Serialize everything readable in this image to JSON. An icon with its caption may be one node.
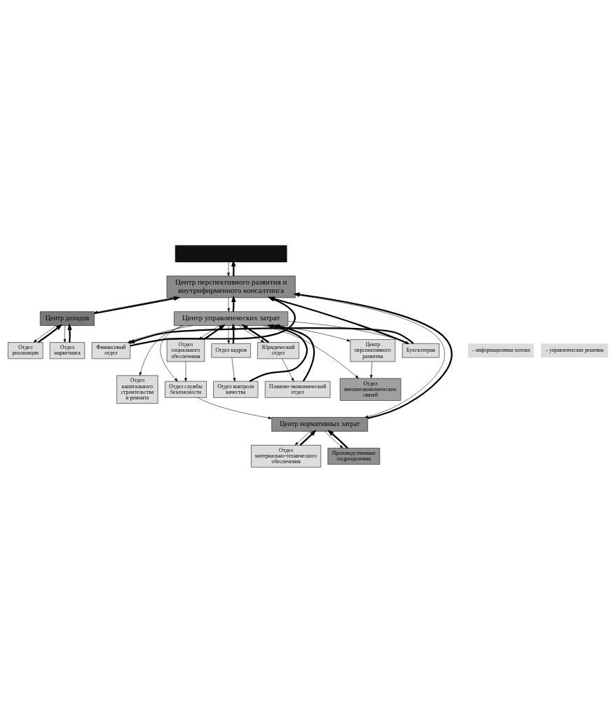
{
  "diagram": {
    "nodes": [
      {
        "text": [],
        "shape": "box"
      },
      {
        "text": [
          "Центр перспективного развития и внутрифирменного консалтинга"
        ]
      },
      {
        "text": [
          "Центр управленческих затрат"
        ]
      },
      {
        "text": [
          "Отдел кадров"
        ]
      },
      {
        "text": [
          "Юридический отдел"
        ]
      },
      {
        "text": [
          "Отдел социального обеспечения"
        ]
      },
      {
        "text": [
          "Центр перспективного развития"
        ]
      },
      {
        "text": [
          "Бухгалтерия"
        ]
      },
      {
        "text": [
          "Финансовый отдел"
        ]
      },
      {
        "text": [
          "Отдел контроля качества"
        ]
      },
      {
        "text": [
          "Планово-экономический отдел"
        ]
      },
      {
        "text": [
          "Отдел службы безопасности"
        ]
      },
      {
        "text": [
          "Отдел внешнеэкономических связей"
        ]
      },
      {
        "text": [
          "Отдел капитального строительства и ремонта"
        ]
      },
      {
        "text": [
          "Центр нормативных затрат"
        ]
      },
      {
        "text": [
          "Отдел материально-технического обеспечения"
        ]
      },
      {
        "text": [
          "Производственные подразделения"
        ]
      },
      {
        "text": [
          "Центр доходов"
        ]
      },
      {
        "text": [
          "Отдел реализации"
        ]
      },
      {
        "text": [
          "Отдел маркетинга"
        ]
      }
    ],
    "edges": [
      {
        "from": 0,
        "to": 1,
        "arrow": "to"
      },
      {
        "from": 1,
        "to": 0,
        "arrow": "to",
        "style": "thick"
      },
      {
        "from": 1,
        "to": 2,
        "arrow": "to"
      },
      {
        "from": 2,
        "to": 1,
        "arrow": "to",
        "style": "thick"
      },
      {
        "from": 1,
        "to": 14,
        "arrow": "to"
      },
      {
        "from": 1,
        "to": 17,
        "arrow": "to"
      },
      {
        "from": 14,
        "to": 1,
        "arrow": "to",
        "style": "thick"
      },
      {
        "from": 17,
        "to": 1,
        "arrow": "to",
        "style": "thick"
      },
      {
        "from": 7,
        "to": 1,
        "arrow": "to",
        "style": "thick"
      },
      {
        "from": 8,
        "to": 1,
        "arrow": "to",
        "style": "thick"
      },
      {
        "from": 2,
        "to": 3,
        "arrow": "to"
      },
      {
        "from": 3,
        "to": 2,
        "arrow": "to",
        "style": "thick"
      },
      {
        "from": 2,
        "to": 4,
        "arrow": "to"
      },
      {
        "from": 4,
        "to": 2,
        "arrow": "to",
        "style": "thick"
      },
      {
        "from": 2,
        "to": 5,
        "arrow": "to"
      },
      {
        "from": 5,
        "to": 2,
        "arrow": "to",
        "style": "thick"
      },
      {
        "from": 2,
        "to": 6,
        "arrow": "to"
      },
      {
        "from": 2,
        "to": 7,
        "arrow": "to"
      },
      {
        "from": 2,
        "to": 8,
        "arrow": "to"
      },
      {
        "from": 9,
        "to": 2,
        "arrow": "to",
        "style": "thick"
      },
      {
        "from": 10,
        "to": 2,
        "arrow": "to",
        "style": "thick"
      },
      {
        "from": 2,
        "to": 11,
        "arrow": "to"
      },
      {
        "from": 2,
        "to": 12,
        "arrow": "to"
      },
      {
        "from": 2,
        "to": 13,
        "arrow": "to"
      },
      {
        "from": 3,
        "to": 9,
        "arrow": "to"
      },
      {
        "from": 4,
        "to": 10,
        "arrow": "to"
      },
      {
        "from": 5,
        "to": 11,
        "arrow": "to"
      },
      {
        "from": 6,
        "to": 12,
        "arrow": "to"
      },
      {
        "from": 7,
        "to": 8,
        "arrow": "to",
        "style": "thick"
      },
      {
        "from": 11,
        "to": 14,
        "arrow": "to"
      },
      {
        "from": 14,
        "to": 15,
        "arrow": "to"
      },
      {
        "from": 15,
        "to": 14,
        "arrow": "to",
        "style": "thick"
      },
      {
        "from": 14,
        "to": 16,
        "arrow": "to"
      },
      {
        "from": 16,
        "to": 14,
        "arrow": "to",
        "style": "thick"
      },
      {
        "from": 17,
        "to": 18,
        "arrow": "to"
      },
      {
        "from": 18,
        "to": 17,
        "arrow": "to",
        "style": "thick"
      },
      {
        "from": 17,
        "to": 19,
        "arrow": "to"
      },
      {
        "from": 19,
        "to": 17,
        "arrow": "to",
        "style": "thick"
      }
    ],
    "legend": [
      {
        "text": "– информационные потоки"
      },
      {
        "text": "– управленческие решения"
      }
    ]
  }
}
